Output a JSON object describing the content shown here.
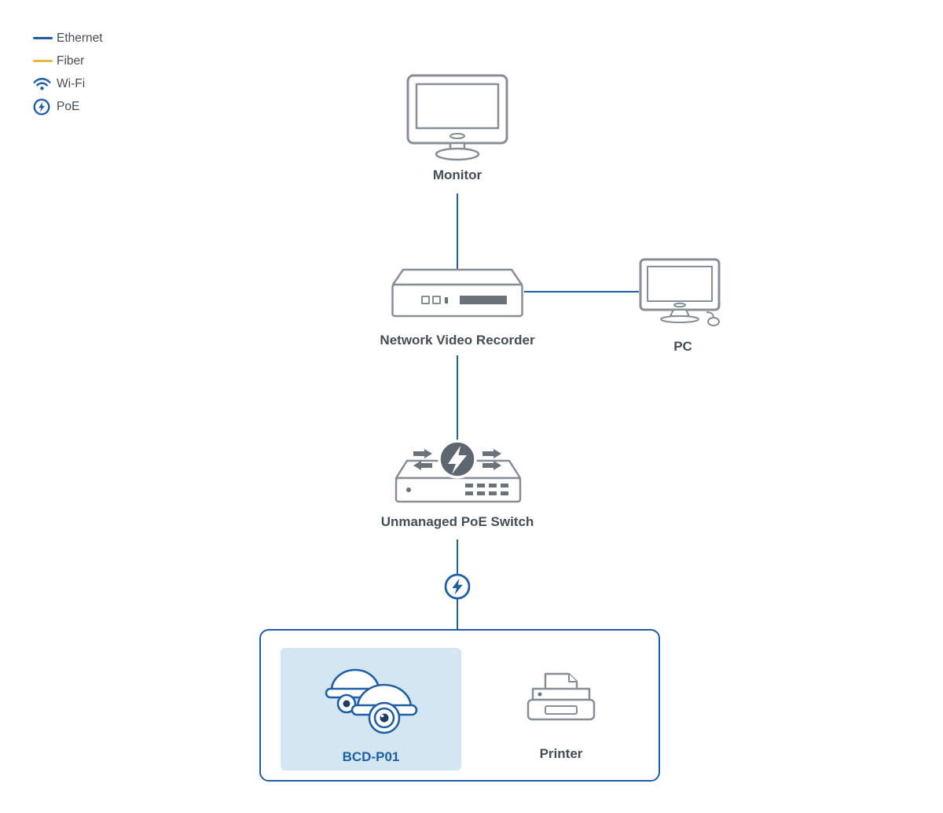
{
  "legend": {
    "items": [
      {
        "id": "ethernet",
        "label": "Ethernet",
        "icon": "ethernet-line-icon"
      },
      {
        "id": "fiber",
        "label": "Fiber",
        "icon": "fiber-line-icon"
      },
      {
        "id": "wifi",
        "label": "Wi-Fi",
        "icon": "wifi-icon"
      },
      {
        "id": "poe",
        "label": "PoE",
        "icon": "poe-bolt-icon"
      }
    ]
  },
  "nodes": {
    "monitor": {
      "label": "Monitor"
    },
    "nvr": {
      "label": "Network Video Recorder"
    },
    "pc": {
      "label": "PC"
    },
    "poe_switch": {
      "label": "Unmanaged PoE Switch"
    },
    "camera": {
      "label": "BCD-P01"
    },
    "printer": {
      "label": "Printer"
    }
  },
  "connections": [
    {
      "from": "monitor",
      "to": "nvr",
      "type": "ethernet"
    },
    {
      "from": "nvr",
      "to": "pc",
      "type": "ethernet"
    },
    {
      "from": "nvr",
      "to": "poe_switch",
      "type": "ethernet"
    },
    {
      "from": "poe_switch",
      "to": "camera-printer-group",
      "type": "ethernet-poe"
    }
  ],
  "colors": {
    "accent": "#1f5fa8",
    "fiber": "#e4b93d",
    "device_outline": "#878e97",
    "device_dark": "#6a727c",
    "switch_circle": "#5d6671",
    "label_text": "#474d55",
    "camera_panel_bg": "#d3e6f1"
  }
}
